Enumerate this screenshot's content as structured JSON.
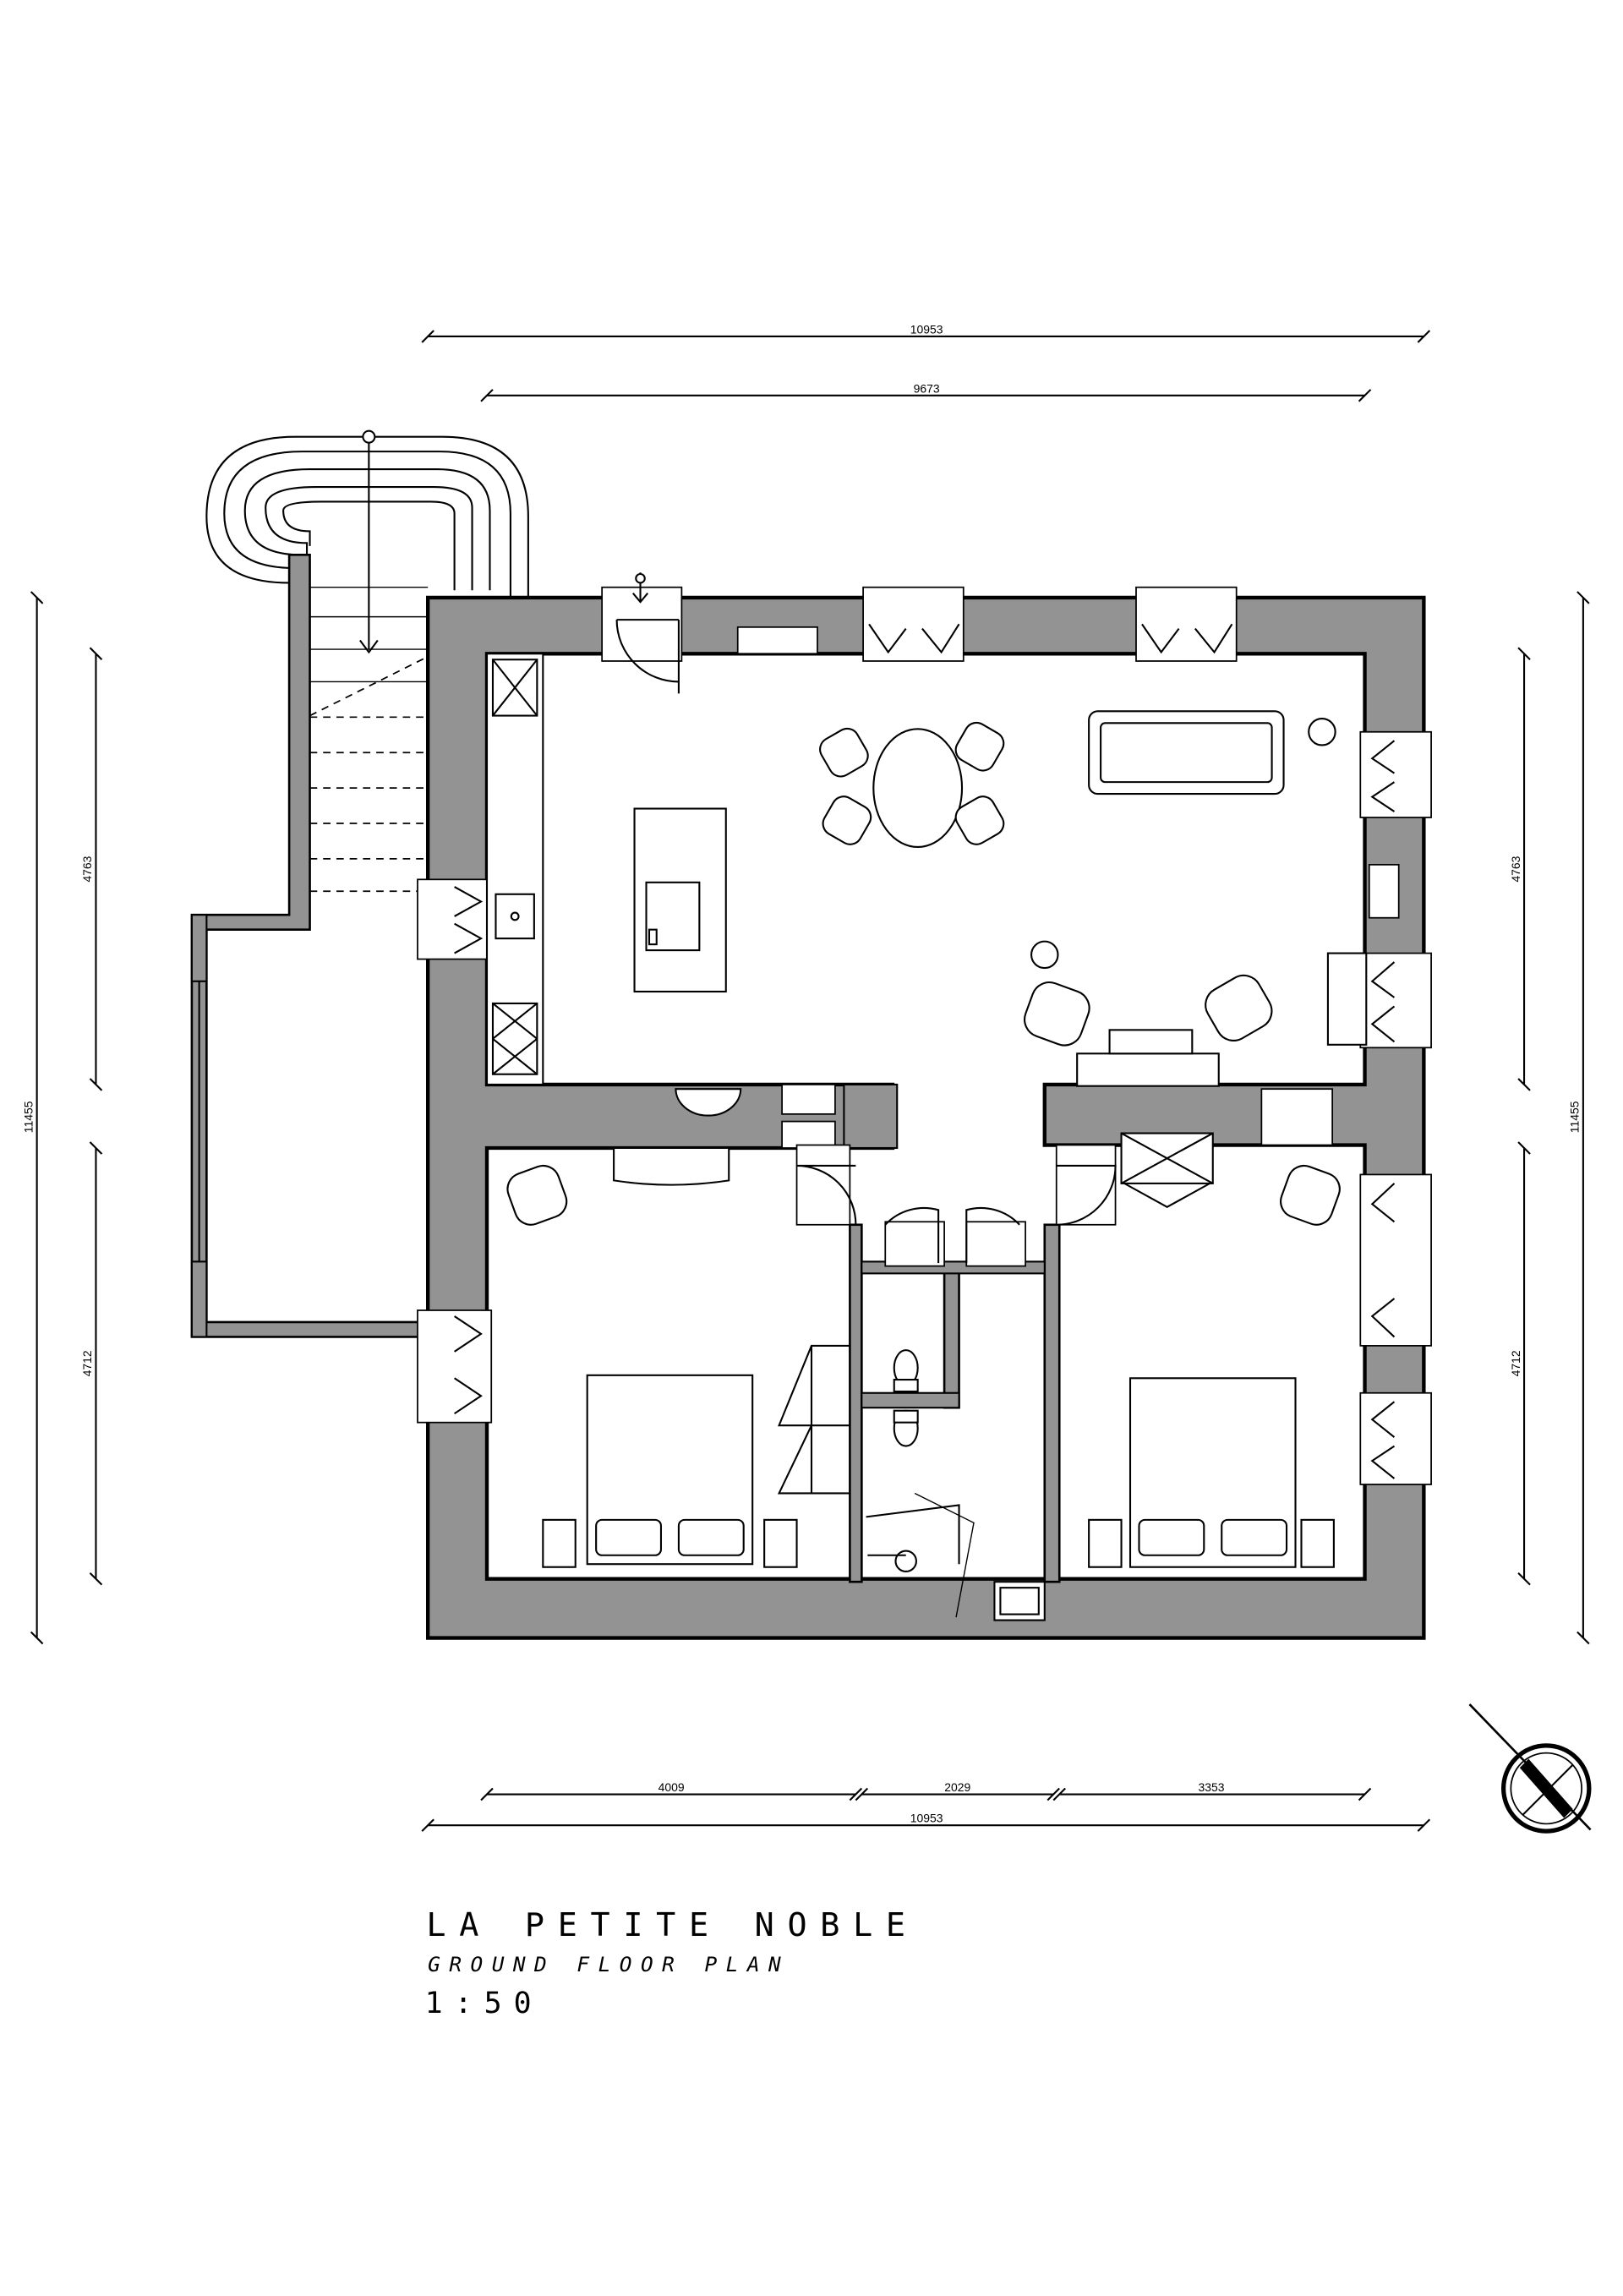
{
  "title_block": {
    "project_name": "LA PETITE NOBLE",
    "drawing_name": "GROUND FLOOR PLAN",
    "scale": "1:50"
  },
  "dimensions": {
    "top_overall": "10953",
    "top_inner": "9673",
    "left_overall": "11455",
    "left_upper": "4763",
    "left_lower": "4712",
    "right_overall": "11455",
    "right_upper": "4763",
    "right_lower": "4712",
    "bottom_segment_1": "4009",
    "bottom_segment_2": "2029",
    "bottom_segment_3": "3353",
    "bottom_overall": "10953"
  },
  "colors": {
    "wall_fill": "#939393",
    "line": "#000000",
    "background": "#ffffff"
  },
  "icons": {
    "north_arrow": "north-arrow-icon"
  }
}
